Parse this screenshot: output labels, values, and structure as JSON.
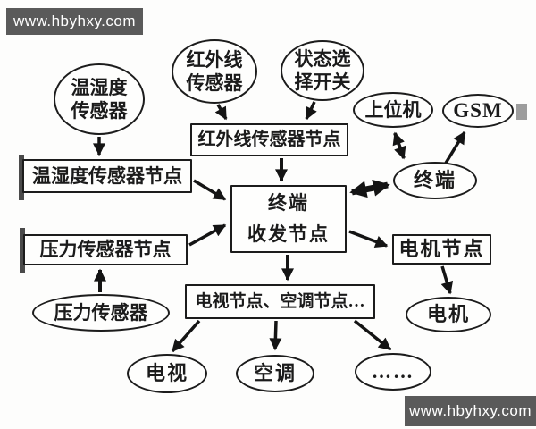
{
  "watermarks": {
    "top_left": "www.hbyhxy.com",
    "bottom_right": "www.hbyhxy.com"
  },
  "colors": {
    "watermark_bg": "#5a5a5a",
    "watermark_text": "#ffffff",
    "line_color": "#141414",
    "node_border": "#1c1c1c",
    "node_fill": "#fefefd",
    "canvas_bg": "#fdfdfc"
  },
  "nodes": {
    "temp_humidity_sensor": {
      "label": "温湿度\n传感器",
      "shape": "ellipse"
    },
    "infrared_sensor": {
      "label": "红外线\n传感器",
      "shape": "ellipse"
    },
    "state_select_switch": {
      "label": "状态选\n择开关",
      "shape": "ellipse"
    },
    "host_computer": {
      "label": "上位机",
      "shape": "ellipse"
    },
    "gsm": {
      "label": "GSM",
      "shape": "ellipse"
    },
    "terminal": {
      "label": "终端",
      "shape": "ellipse"
    },
    "infrared_sensor_node": {
      "label": "红外线传感器节点",
      "shape": "rect"
    },
    "temp_humidity_sensor_node": {
      "label": "温湿度传感器节点",
      "shape": "rect"
    },
    "terminal_transceiver_node": {
      "label": "终端\n收发节点",
      "shape": "rect"
    },
    "pressure_sensor_node": {
      "label": "压力传感器节点",
      "shape": "rect"
    },
    "pressure_sensor": {
      "label": "压力传感器",
      "shape": "ellipse"
    },
    "motor_node": {
      "label": "电机节点",
      "shape": "rect"
    },
    "motor": {
      "label": "电机",
      "shape": "ellipse"
    },
    "tv_ac_node": {
      "label": "电视节点、空调节点…",
      "shape": "rect"
    },
    "tv": {
      "label": "电视",
      "shape": "ellipse"
    },
    "air_conditioner": {
      "label": "空调",
      "shape": "ellipse"
    },
    "others": {
      "label": "……",
      "shape": "ellipse"
    }
  },
  "edges": [
    {
      "from": "temp_humidity_sensor",
      "to": "temp_humidity_sensor_node",
      "style": "arrow"
    },
    {
      "from": "infrared_sensor",
      "to": "infrared_sensor_node",
      "style": "arrow"
    },
    {
      "from": "state_select_switch",
      "to": "infrared_sensor_node",
      "style": "arrow"
    },
    {
      "from": "infrared_sensor_node",
      "to": "terminal_transceiver_node",
      "style": "arrow"
    },
    {
      "from": "temp_humidity_sensor_node",
      "to": "terminal_transceiver_node",
      "style": "arrow"
    },
    {
      "from": "pressure_sensor_node",
      "to": "terminal_transceiver_node",
      "style": "arrow"
    },
    {
      "from": "pressure_sensor",
      "to": "pressure_sensor_node",
      "style": "arrow"
    },
    {
      "from": "terminal_transceiver_node",
      "to": "terminal",
      "style": "double-arrow-thick"
    },
    {
      "from": "terminal",
      "to": "host_computer",
      "style": "double-arrow"
    },
    {
      "from": "terminal",
      "to": "gsm",
      "style": "arrow"
    },
    {
      "from": "terminal_transceiver_node",
      "to": "motor_node",
      "style": "arrow"
    },
    {
      "from": "motor_node",
      "to": "motor",
      "style": "arrow"
    },
    {
      "from": "terminal_transceiver_node",
      "to": "tv_ac_node",
      "style": "arrow"
    },
    {
      "from": "tv_ac_node",
      "to": "tv",
      "style": "arrow"
    },
    {
      "from": "tv_ac_node",
      "to": "air_conditioner",
      "style": "arrow"
    },
    {
      "from": "tv_ac_node",
      "to": "others",
      "style": "arrow"
    }
  ]
}
